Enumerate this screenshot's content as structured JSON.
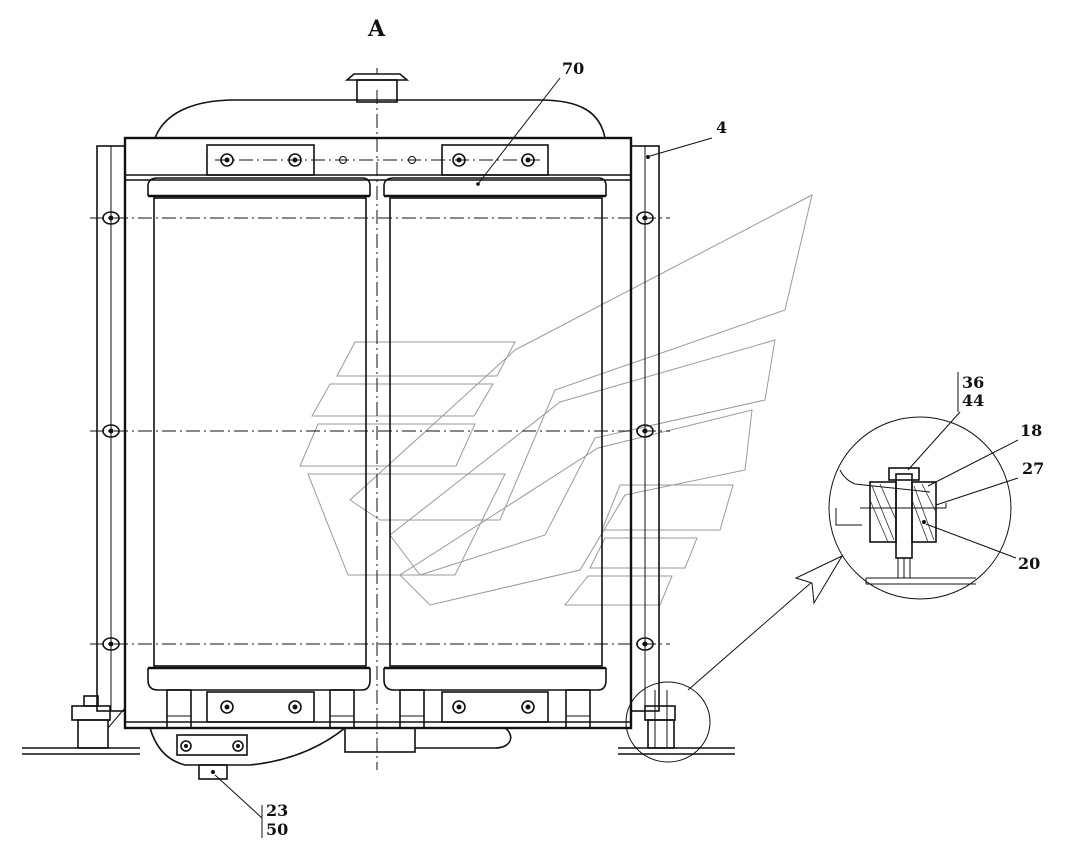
{
  "view_label": "A",
  "callouts": {
    "c70": "70",
    "c4": "4",
    "c36": "36",
    "c44": "44",
    "c18": "18",
    "c27": "27",
    "c20": "20",
    "c23": "23",
    "c50": "50"
  },
  "colors": {
    "line": "#111111",
    "watermark": "#9a9a9a",
    "background": "#ffffff"
  }
}
